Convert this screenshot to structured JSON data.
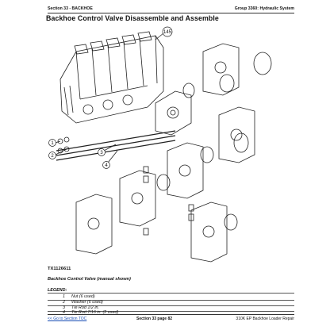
{
  "header": {
    "section_left": "Section 33 - BACKHOE",
    "group_right": "Group 3360: Hydraulic System"
  },
  "title": "Backhoe Control Valve Disassemble and Assemble",
  "figure": {
    "id": "TX1126611",
    "caption": "Backhoe Control Valve (manual shown)",
    "callouts": [
      "145",
      "1",
      "2",
      "3",
      "4"
    ]
  },
  "legend": {
    "title": "LEGEND:",
    "items": [
      {
        "num": "1",
        "text": "Nut (6 used)"
      },
      {
        "num": "2",
        "text": "Washer (6 used)"
      },
      {
        "num": "3",
        "text": "Tie Rod 1/2 in."
      },
      {
        "num": "4",
        "text": "Tie Rod 7/16 in. (2 used)"
      }
    ]
  },
  "footer": {
    "left_link": "<< Go to Section TOC",
    "center": "Section 33 page 82",
    "right": "310K EP Backhoe Loader Repair"
  },
  "colors": {
    "link": "#1a4fb5",
    "line_art": "#222222"
  }
}
